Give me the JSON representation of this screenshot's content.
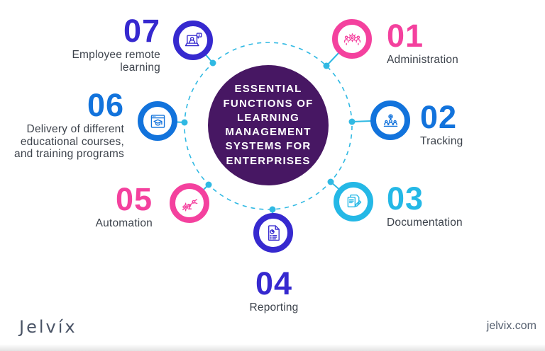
{
  "title": "ESSENTIAL FUNCTIONS OF LEARNING MANAGEMENT SYSTEMS FOR ENTERPRISES",
  "colors": {
    "center_purple": "#471763",
    "connector": "#30b9e3",
    "indigo": "#3629cf",
    "blue": "#1273dc",
    "pink": "#f4419e",
    "cyan": "#24b8e6",
    "label_gray": "#3d434c"
  },
  "items": [
    {
      "number": "01",
      "label": "Administration",
      "color": "#f4419e",
      "icon": "administration-gear-people-icon"
    },
    {
      "number": "02",
      "label": "Tracking",
      "color": "#1273dc",
      "icon": "tracking-people-pin-icon"
    },
    {
      "number": "03",
      "label": "Documentation",
      "color": "#24b8e6",
      "icon": "documentation-pencil-icon"
    },
    {
      "number": "04",
      "label": "Reporting",
      "color": "#3629cf",
      "icon": "reporting-chart-document-icon"
    },
    {
      "number": "05",
      "label": "Automation",
      "color": "#f4419e",
      "icon": "automation-robot-arm-icon"
    },
    {
      "number": "06",
      "label": "Delivery of different educational courses, and training programs",
      "color": "#1273dc",
      "icon": "course-delivery-browser-icon"
    },
    {
      "number": "07",
      "label": "Employee remote learning",
      "color": "#3629cf",
      "icon": "remote-learning-laptop-icon"
    }
  ],
  "footer": {
    "logo": "Jelvíx",
    "website": "jelvix.com"
  }
}
